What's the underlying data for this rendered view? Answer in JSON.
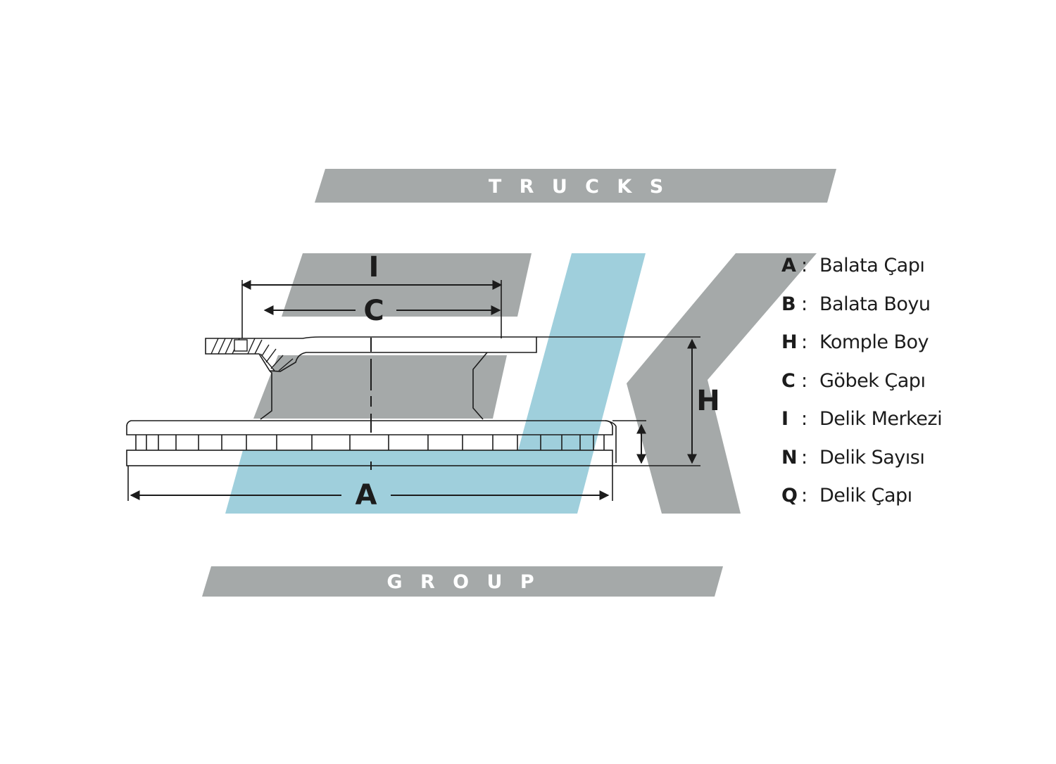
{
  "brand": {
    "top_word": "T R U C K S",
    "bottom_word": "G R O U P",
    "colors": {
      "gray": "#a5a9a9",
      "blue": "#9fcfdc",
      "line": "#1c1c1c"
    }
  },
  "diagram_labels": {
    "I": "I",
    "C": "C",
    "H": "H",
    "A": "A"
  },
  "legend": [
    {
      "code": "A",
      "sep": ":",
      "desc": "Balata Çapı"
    },
    {
      "code": "B",
      "sep": ":",
      "desc": "Balata Boyu"
    },
    {
      "code": "H",
      "sep": ":",
      "desc": "Komple Boy"
    },
    {
      "code": "C",
      "sep": ":",
      "desc": "Göbek Çapı"
    },
    {
      "code": "I",
      "sep": ":",
      "desc": "Delik Merkezi"
    },
    {
      "code": "N",
      "sep": ":",
      "desc": "Delik Sayısı"
    },
    {
      "code": "Q",
      "sep": ":",
      "desc": "Delik Çapı"
    }
  ]
}
